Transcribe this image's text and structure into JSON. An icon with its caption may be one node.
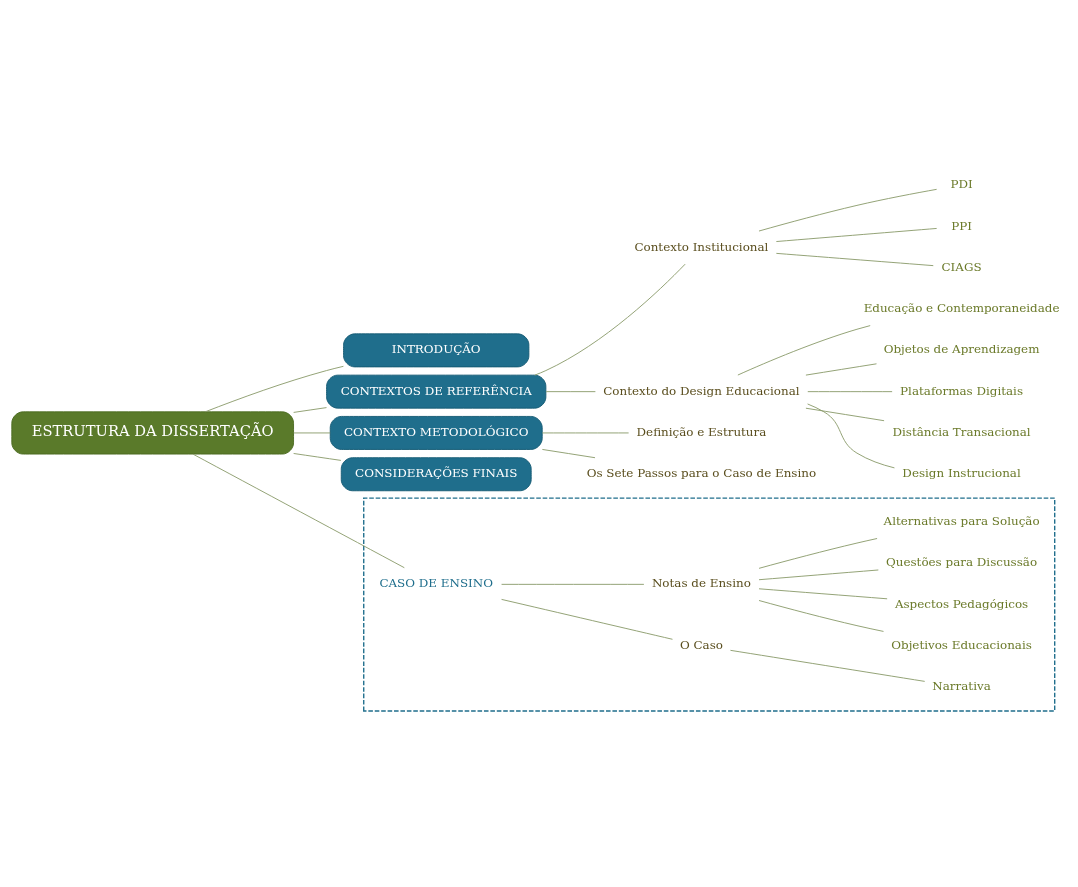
{
  "diagram": {
    "nodes": [
      {
        "text": [
          "ESTRUTURA DA DISSERTAÇÃO"
        ]
      },
      {
        "text": [
          "INTRODUÇÃO"
        ]
      },
      {
        "text": [],
        "shape": "box"
      },
      {
        "text": [
          "CASO DE ENSINO"
        ],
        "in": 2
      },
      {
        "text": [
          "O Caso"
        ],
        "in": 2
      },
      {
        "text": [
          "Narrativa"
        ],
        "in": 2
      },
      {
        "text": [
          "Notas de Ensino"
        ],
        "in": 2
      },
      {
        "text": [
          "Objetivos Educacionais"
        ],
        "in": 2
      },
      {
        "text": [
          "Aspectos Pedagógicos"
        ],
        "in": 2
      },
      {
        "text": [
          "Questões para Discussão"
        ],
        "in": 2
      },
      {
        "text": [
          "Alternativas para Solução"
        ],
        "in": 2
      },
      {
        "text": [
          "CONTEXTOS DE REFERÊNCIA"
        ]
      },
      {
        "text": [
          "Contexto Institucional"
        ]
      },
      {
        "text": [
          "PDI"
        ]
      },
      {
        "text": [
          "PPI"
        ]
      },
      {
        "text": [
          "CIAGS"
        ]
      },
      {
        "text": [
          "Contexto do Design Educacional"
        ]
      },
      {
        "text": [
          "Educação e Contemporaneidade"
        ]
      },
      {
        "text": [
          "Objetos de Aprendizagem"
        ]
      },
      {
        "text": [
          "Plataformas Digitais"
        ]
      },
      {
        "text": [
          "Distância Transacional"
        ]
      },
      {
        "text": [
          "Design Instrucional"
        ]
      },
      {
        "text": [
          "CONTEXTO METODOLÓGICO"
        ]
      },
      {
        "text": [
          "Definição e Estrutura"
        ]
      },
      {
        "text": [
          "Os Sete Passos para o Caso de Ensino"
        ]
      },
      {
        "text": [
          "CONSIDERAÇÕES FINAIS"
        ]
      }
    ],
    "edges": [
      {
        "from": 0,
        "to": 1,
        "arrow": "none"
      },
      {
        "from": 0,
        "to": 3,
        "arrow": "none"
      },
      {
        "from": 0,
        "to": 11,
        "arrow": "none"
      },
      {
        "from": 0,
        "to": 22,
        "arrow": "none"
      },
      {
        "from": 0,
        "to": 25,
        "arrow": "none"
      },
      {
        "from": 3,
        "to": 4,
        "arrow": "none"
      },
      {
        "from": 3,
        "to": 6,
        "arrow": "none"
      },
      {
        "from": 4,
        "to": 5,
        "arrow": "none"
      },
      {
        "from": 6,
        "to": 7,
        "arrow": "none"
      },
      {
        "from": 6,
        "to": 8,
        "arrow": "none"
      },
      {
        "from": 6,
        "to": 9,
        "arrow": "none"
      },
      {
        "from": 6,
        "to": 10,
        "arrow": "none"
      },
      {
        "from": 11,
        "to": 12,
        "arrow": "none"
      },
      {
        "from": 11,
        "to": 16,
        "arrow": "none"
      },
      {
        "from": 12,
        "to": 13,
        "arrow": "none"
      },
      {
        "from": 12,
        "to": 14,
        "arrow": "none"
      },
      {
        "from": 12,
        "to": 15,
        "arrow": "none"
      },
      {
        "from": 16,
        "to": 17,
        "arrow": "none"
      },
      {
        "from": 16,
        "to": 18,
        "arrow": "none"
      },
      {
        "from": 16,
        "to": 19,
        "arrow": "none"
      },
      {
        "from": 16,
        "to": 20,
        "arrow": "none"
      },
      {
        "from": 16,
        "to": 21,
        "arrow": "none"
      },
      {
        "from": 22,
        "to": 23,
        "arrow": "none"
      },
      {
        "from": 22,
        "to": 24,
        "arrow": "none"
      }
    ]
  }
}
